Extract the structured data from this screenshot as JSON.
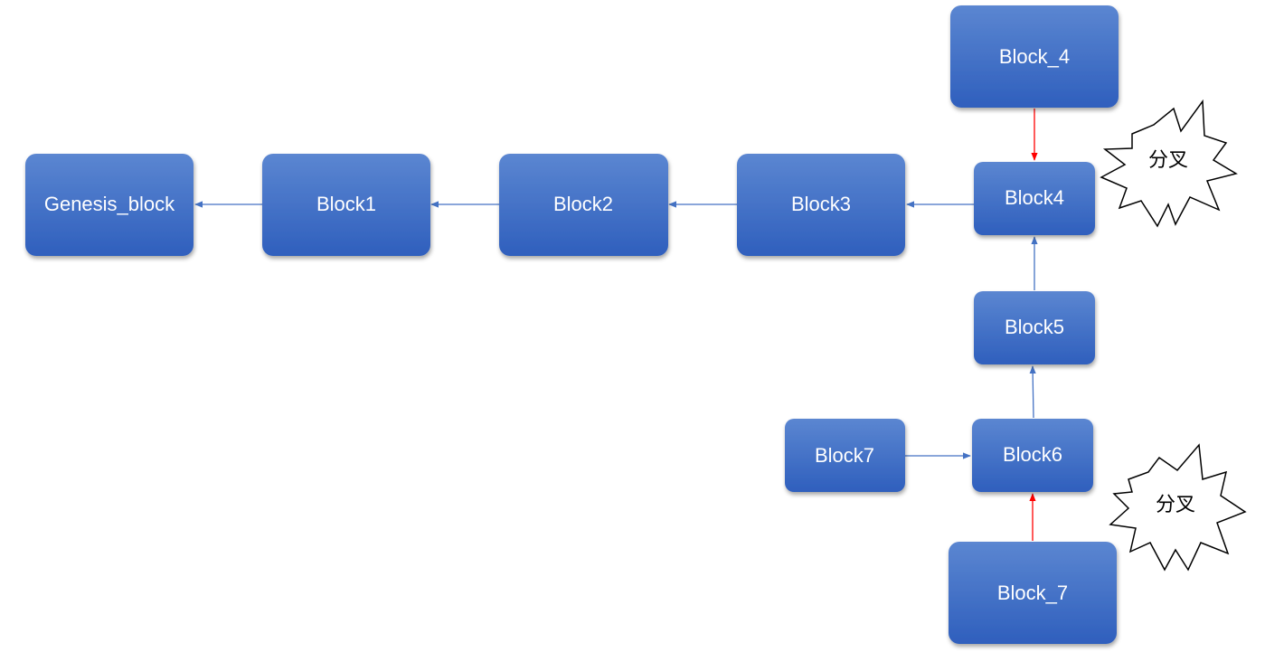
{
  "blocks": {
    "genesis": "Genesis_block",
    "block1": "Block1",
    "block2": "Block2",
    "block3": "Block3",
    "block4": "Block4",
    "block4_fork": "Block_4",
    "block5": "Block5",
    "block6": "Block6",
    "block7": "Block7",
    "block7_fork": "Block_7"
  },
  "forks": {
    "top_label": "分叉",
    "bottom_label": "分叉"
  },
  "colors": {
    "block_fill_top": "#5b86d1",
    "block_fill_bottom": "#2f5fbd",
    "main_arrow": "#4472c4",
    "fork_arrow": "#ff0000"
  }
}
